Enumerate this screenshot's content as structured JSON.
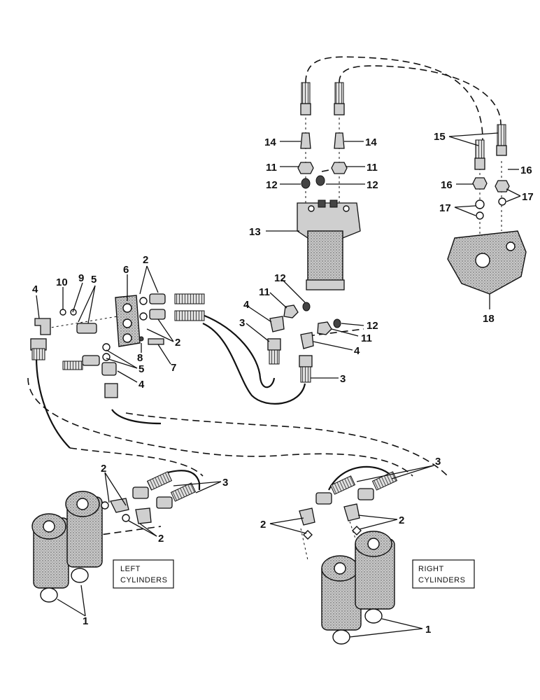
{
  "box_labels": {
    "left_line1": "LEFT",
    "left_line2": "CYLINDERS",
    "right_line1": "RIGHT",
    "right_line2": "CYLINDERS"
  },
  "callouts": {
    "c1_left": "1",
    "c1_right": "1",
    "c2_a": "2",
    "c2_b": "2",
    "c2_c": "2",
    "c2_d": "2",
    "c2_e": "2",
    "c2_f": "2",
    "c3_a": "3",
    "c3_b": "3",
    "c3_c": "3",
    "c3_d": "3",
    "c4_a": "4",
    "c4_b": "4",
    "c4_c": "4",
    "c4_d": "4",
    "c5_a": "5",
    "c5_b": "5",
    "c6": "6",
    "c7": "7",
    "c8": "8",
    "c9": "9",
    "c10": "10",
    "c11_a": "11",
    "c11_b": "11",
    "c11_c": "11",
    "c11_d": "11",
    "c12_a": "12",
    "c12_b": "12",
    "c12_c": "12",
    "c12_d": "12",
    "c13": "13",
    "c14_a": "14",
    "c14_b": "14",
    "c15": "15",
    "c16_a": "16",
    "c16_b": "16",
    "c17_a": "17",
    "c17_b": "17",
    "c18": "18"
  }
}
